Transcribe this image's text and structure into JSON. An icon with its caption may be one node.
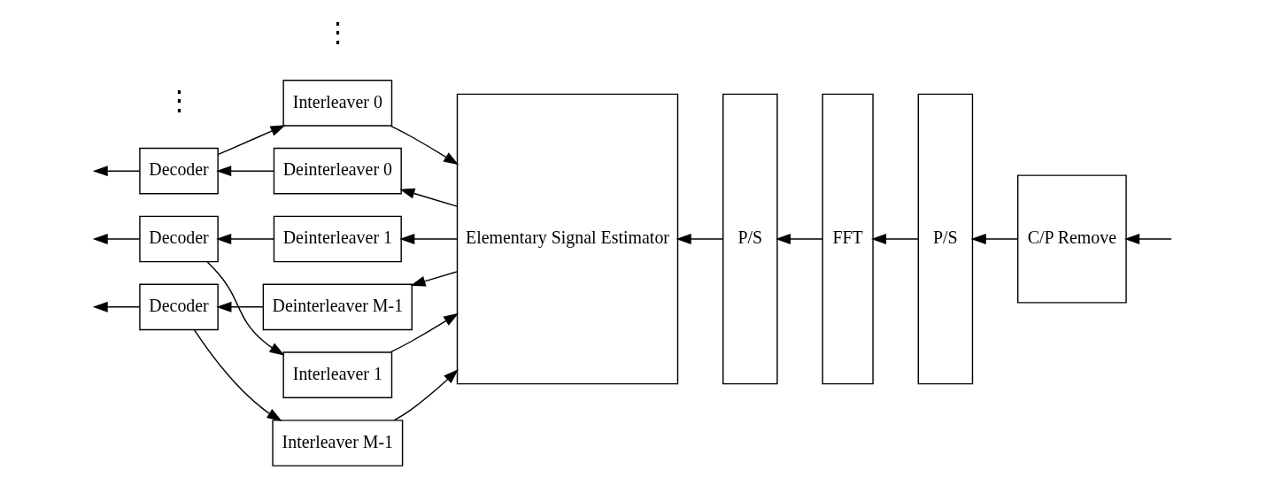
{
  "diagram": {
    "nodes": [
      {
        "text": [
          "Decoder"
        ]
      },
      {
        "text": [
          "Deinterleaver 0"
        ]
      },
      {
        "text": [
          "Interleaver 0"
        ]
      },
      {
        "text": [
          "Elementary Signal Estimator"
        ]
      },
      {
        "text": [
          "P/S"
        ]
      },
      {
        "text": [
          "FFT"
        ]
      },
      {
        "text": [
          "P/S"
        ]
      },
      {
        "text": [
          "C/P Remove"
        ]
      },
      {
        "text": [
          "Decoder"
        ]
      },
      {
        "text": [
          "Deinterleaver 1"
        ]
      },
      {
        "text": [
          "Interleaver 1"
        ]
      },
      {
        "text": [
          "Decoder"
        ]
      },
      {
        "text": [
          "Deinterleaver M-1"
        ]
      },
      {
        "text": [
          "Interleaver M-1"
        ]
      }
    ],
    "edges": [
      {
        "from": null,
        "to": 7,
        "arrow": "to"
      },
      {
        "from": 7,
        "to": 6,
        "arrow": "to"
      },
      {
        "from": 6,
        "to": 5,
        "arrow": "to"
      },
      {
        "from": 5,
        "to": 4,
        "arrow": "to"
      },
      {
        "from": 4,
        "to": 3,
        "arrow": "to"
      },
      {
        "from": 3,
        "to": 1,
        "arrow": "to"
      },
      {
        "from": 1,
        "to": 0,
        "arrow": "to"
      },
      {
        "from": 0,
        "to": null,
        "arrow": "to"
      },
      {
        "from": 0,
        "to": 2,
        "arrow": "to"
      },
      {
        "from": 2,
        "to": 3,
        "arrow": "to"
      },
      {
        "from": 3,
        "to": 9,
        "arrow": "to"
      },
      {
        "from": 9,
        "to": 8,
        "arrow": "to"
      },
      {
        "from": 8,
        "to": null,
        "arrow": "to"
      },
      {
        "from": 8,
        "to": 10,
        "arrow": "to"
      },
      {
        "from": 10,
        "to": 3,
        "arrow": "to"
      },
      {
        "from": 3,
        "to": 12,
        "arrow": "to"
      },
      {
        "from": 12,
        "to": 11,
        "arrow": "to"
      },
      {
        "from": 11,
        "to": null,
        "arrow": "to"
      },
      {
        "from": 11,
        "to": 13,
        "arrow": "to"
      },
      {
        "from": 13,
        "to": 3,
        "arrow": "to"
      }
    ],
    "labels": [
      "⋮",
      "⋮"
    ]
  }
}
